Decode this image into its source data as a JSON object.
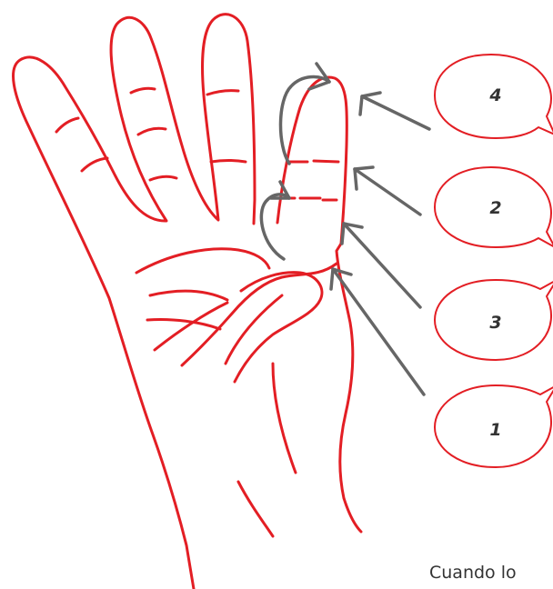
{
  "colors": {
    "outline": "#e31e24",
    "arrow": "#666666",
    "label": "#333333",
    "background": "#ffffff"
  },
  "bubbles": [
    {
      "id": "4",
      "label": "4"
    },
    {
      "id": "3",
      "label": "3"
    },
    {
      "id": "2",
      "label": "2"
    },
    {
      "id": "1",
      "label": "1"
    }
  ],
  "caption": "Cuando lo"
}
